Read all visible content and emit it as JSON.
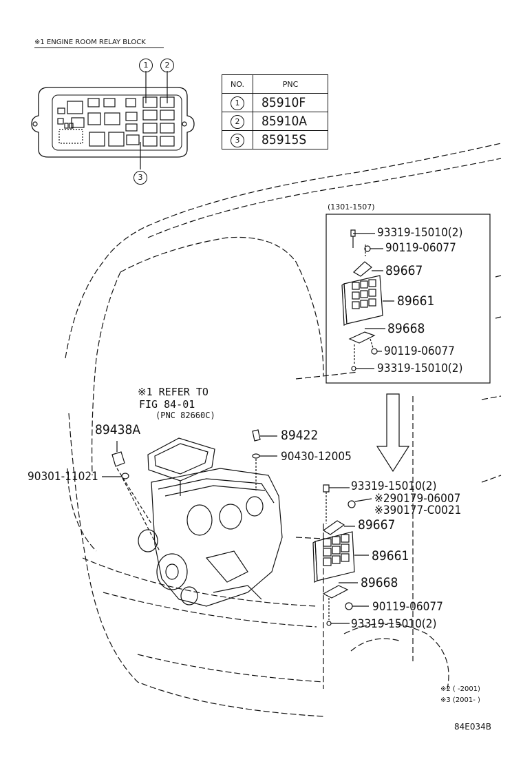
{
  "relay_block": {
    "label": "※1 ENGINE ROOM RELAY BLOCK",
    "callouts": [
      "1",
      "2",
      "3"
    ]
  },
  "pnc_table": {
    "header_no": "NO.",
    "header_pnc": "PNC",
    "rows": [
      {
        "no": "1",
        "pnc": "85910F"
      },
      {
        "no": "2",
        "pnc": "85910A"
      },
      {
        "no": "3",
        "pnc": "85915S"
      }
    ]
  },
  "inset": {
    "range": "(1301-1507)",
    "parts": [
      "93319-15010(2)",
      "90119-06077",
      "89667",
      "89661",
      "89668",
      "90119-06077",
      "93319-15010(2)"
    ]
  },
  "lower_ecu": {
    "parts": [
      "93319-15010(2)",
      "※290179-06007",
      "※390177-C0021",
      "89667",
      "89661",
      "89668",
      "90119-06077",
      "93319-15010(2)"
    ]
  },
  "engine": {
    "refer_line1": "※1 REFER TO",
    "refer_line2": "FIG 84-01",
    "refer_line3": "(PNC 82660C)",
    "parts": [
      "89438A",
      "90301-11021",
      "89422",
      "90430-12005"
    ]
  },
  "footnotes": {
    "note2": "※2 (      -2001)",
    "note3": "※3 (2001-      )"
  },
  "figure_id": "84E034B"
}
